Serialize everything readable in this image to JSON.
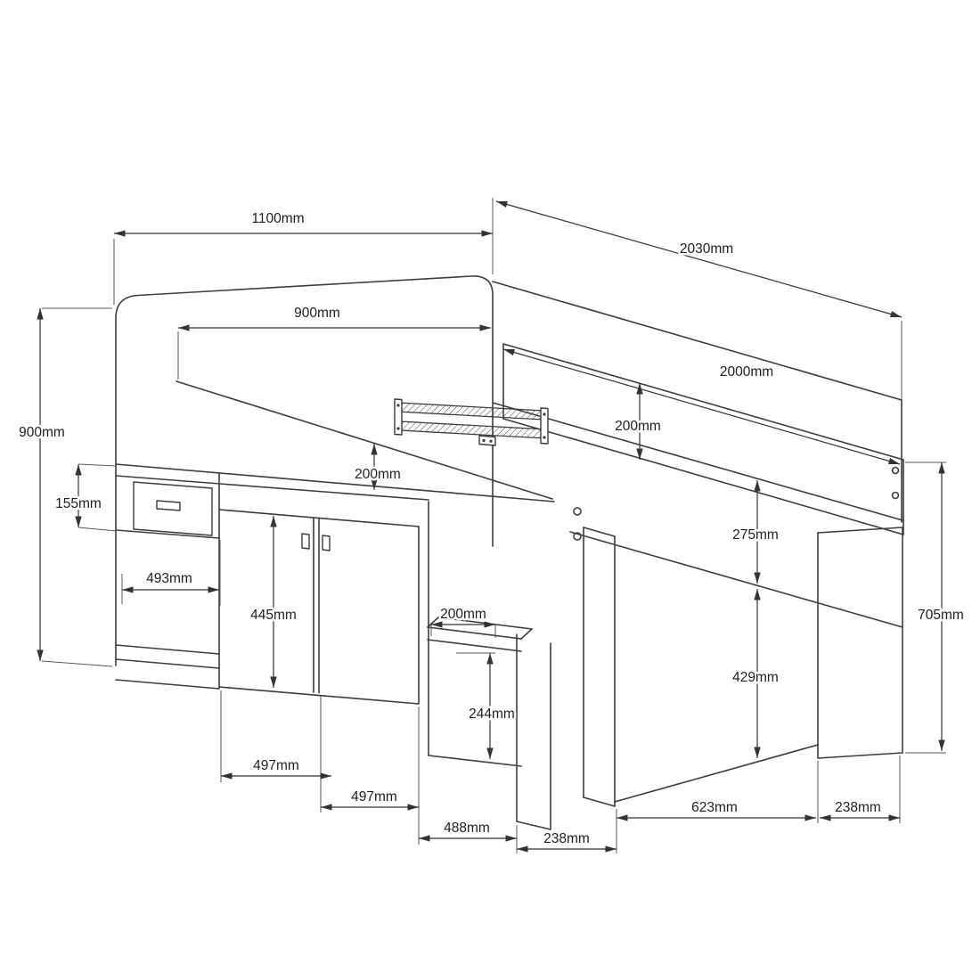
{
  "diagram": {
    "type": "technical-drawing",
    "subject": "cabin bed with under-bed storage, doors, drawer and desk - dimensioned perspective line drawing",
    "unit": "mm",
    "colors": {
      "background": "#ffffff",
      "line": "#3d3d3d",
      "dimension_line": "#333333",
      "text": "#1f1f1f"
    },
    "dims": {
      "overall_width": "1100mm",
      "overall_length": "2030mm",
      "inner_width": "900mm",
      "inner_length": "2000mm",
      "side_rail_height": "200mm",
      "head_rail_height": "200mm",
      "headboard_height": "900mm",
      "drawer_front_height": "155mm",
      "drawer_cavity_width": "493mm",
      "door_height": "445mm",
      "frame_depth": "275mm",
      "underbed_clearance": "429mm",
      "foot_end_height": "705mm",
      "desk_depth": "200mm",
      "desk_clearance": "244mm",
      "door_width_left": "497mm",
      "door_width_right": "497mm",
      "desk_opening_width": "488mm",
      "support_panel_width": "238mm",
      "foot_opening_width": "623mm",
      "foot_panel_width": "238mm"
    }
  }
}
